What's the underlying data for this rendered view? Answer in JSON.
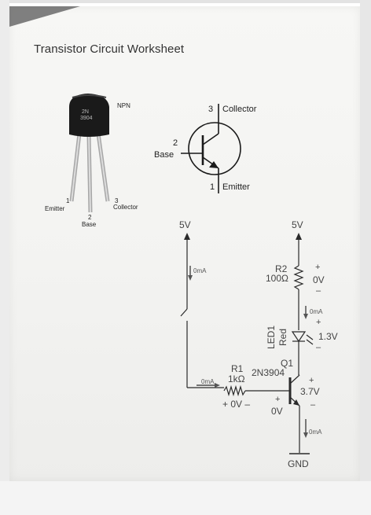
{
  "document": {
    "title": "Transistor Circuit Worksheet",
    "package": {
      "marking_line1": "2N",
      "marking_line2": "3904",
      "type_label": "NPN",
      "pin1_number": "1",
      "pin1_label": "Emitter",
      "pin2_number": "2",
      "pin2_label": "Base",
      "pin3_number": "3",
      "pin3_label": "Collector"
    },
    "symbol": {
      "pin3_number": "3",
      "collector_label": "Collector",
      "pin2_number": "2",
      "base_label": "Base",
      "pin1_number": "1",
      "emitter_label": "Emitter"
    },
    "circuit": {
      "left_supply": "5V",
      "left_current": "0mA",
      "right_supply": "5V",
      "r2_name": "R2",
      "r2_value": "100Ω",
      "r2_plus": "+",
      "r2_voltage": "0V",
      "r2_minus": "–",
      "led_current": "0mA",
      "led_name": "LED1",
      "led_color": "Red",
      "led_plus": "+",
      "led_voltage": "1.3V",
      "led_minus": "–",
      "q1_name": "Q1",
      "q1_part": "2N3904",
      "r1_name": "R1",
      "r1_value": "1kΩ",
      "base_current": "0mA",
      "r1_voltage": "+ 0V –",
      "be_plus": "+",
      "be_voltage": "0V",
      "ce_plus": "+",
      "ce_voltage": "3.7V",
      "ce_minus": "–",
      "emitter_current": "0mA",
      "ground_label": "GND"
    }
  }
}
